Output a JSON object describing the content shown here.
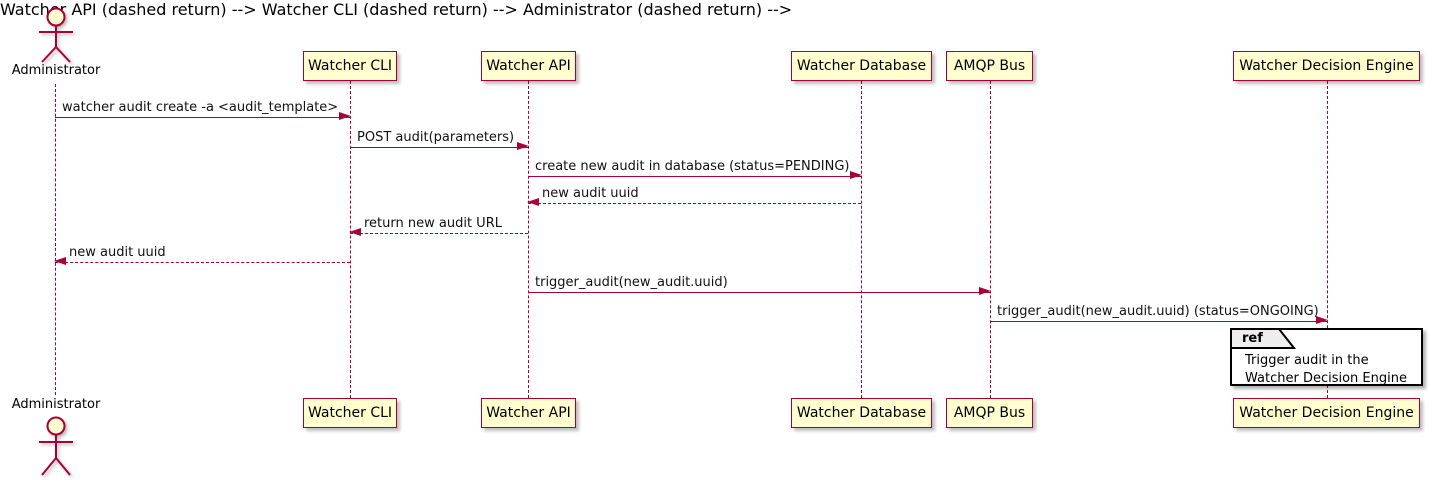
{
  "diagram": {
    "type": "sequence",
    "actor": {
      "label": "Administrator"
    },
    "participants": [
      {
        "label": "Watcher CLI"
      },
      {
        "label": "Watcher API"
      },
      {
        "label": "Watcher Database"
      },
      {
        "label": "AMQP Bus"
      },
      {
        "label": "Watcher Decision Engine"
      }
    ],
    "messages": [
      {
        "label": "watcher audit create -a <audit_template>",
        "from": "Administrator",
        "to": "Watcher CLI",
        "style": "solid"
      },
      {
        "label": "POST audit(parameters)",
        "from": "Watcher CLI",
        "to": "Watcher API",
        "style": "solid"
      },
      {
        "label": "create new audit in database (status=PENDING)",
        "from": "Watcher API",
        "to": "Watcher Database",
        "style": "solid"
      },
      {
        "label": "new audit uuid",
        "from": "Watcher Database",
        "to": "Watcher API",
        "style": "dashed"
      },
      {
        "label": "return new audit URL",
        "from": "Watcher API",
        "to": "Watcher CLI",
        "style": "dashed"
      },
      {
        "label": "new audit uuid",
        "from": "Watcher CLI",
        "to": "Administrator",
        "style": "dashed"
      },
      {
        "label": "trigger_audit(new_audit.uuid)",
        "from": "Watcher API",
        "to": "AMQP Bus",
        "style": "solid"
      },
      {
        "label": "trigger_audit(new_audit.uuid) (status=ONGOING)",
        "from": "AMQP Bus",
        "to": "Watcher Decision Engine",
        "style": "solid"
      }
    ],
    "ref": {
      "keyword": "ref",
      "lines": [
        "Trigger audit in the",
        "Watcher Decision Engine"
      ],
      "over": "Watcher Decision Engine"
    },
    "colors": {
      "participant_fill": "#FEFECE",
      "participant_border": "#A80036",
      "line": "#A80036",
      "text": "#000000",
      "ref_border": "#000000",
      "ref_fill": "#FFFFFF",
      "ref_tag_fill": "#EEEEEE",
      "background": "#FFFFFF"
    }
  }
}
